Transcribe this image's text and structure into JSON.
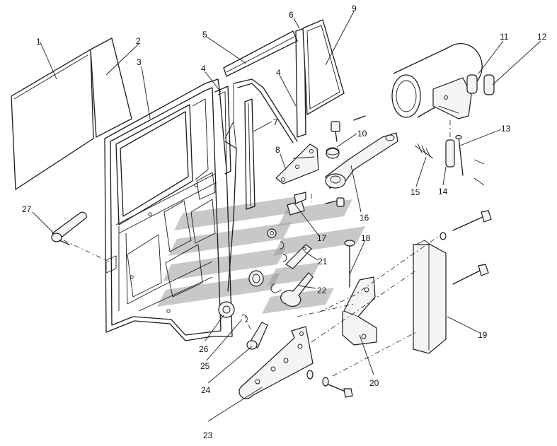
{
  "callouts": [
    {
      "id": "c1",
      "label": "1"
    },
    {
      "id": "c2",
      "label": "2"
    },
    {
      "id": "c3",
      "label": "3"
    },
    {
      "id": "c4a",
      "label": "4"
    },
    {
      "id": "c4b",
      "label": "4"
    },
    {
      "id": "c5",
      "label": "5"
    },
    {
      "id": "c6",
      "label": "6"
    },
    {
      "id": "c7",
      "label": "7"
    },
    {
      "id": "c8",
      "label": "8"
    },
    {
      "id": "c9",
      "label": "9"
    },
    {
      "id": "c10",
      "label": "10"
    },
    {
      "id": "c11",
      "label": "11"
    },
    {
      "id": "c12",
      "label": "12"
    },
    {
      "id": "c13",
      "label": "13"
    },
    {
      "id": "c14",
      "label": "14"
    },
    {
      "id": "c15",
      "label": "15"
    },
    {
      "id": "c16",
      "label": "16"
    },
    {
      "id": "c17",
      "label": "17"
    },
    {
      "id": "c18",
      "label": "18"
    },
    {
      "id": "c19",
      "label": "19"
    },
    {
      "id": "c20",
      "label": "20"
    },
    {
      "id": "c21",
      "label": "21"
    },
    {
      "id": "c22",
      "label": "22"
    },
    {
      "id": "c23",
      "label": "23"
    },
    {
      "id": "c24",
      "label": "24"
    },
    {
      "id": "c25",
      "label": "25"
    },
    {
      "id": "c26",
      "label": "26"
    },
    {
      "id": "c27",
      "label": "27"
    }
  ]
}
